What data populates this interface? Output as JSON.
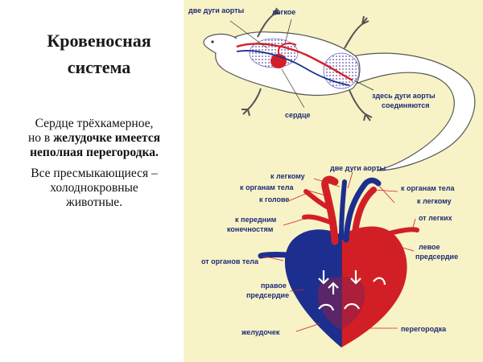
{
  "title_line1": "Кровеносная",
  "title_line2": "система",
  "para1": {
    "line1": "Сердце трёхкамерное,",
    "line2_plain": "но в ",
    "line2_bold": "желудочке имеется",
    "line3_bold": "неполная перегородка."
  },
  "para2": {
    "line1": "Все пресмыкающиеся –",
    "line2": "холоднокровные",
    "line3": "животные."
  },
  "lizard_labels": {
    "aorta_arches": "две дуги аорты",
    "lung": "легкое",
    "heart": "сердце",
    "join_line1": "здесь дуги аорты",
    "join_line2": "соединяются"
  },
  "heart_labels": {
    "two_arches": "две дуги аорты",
    "to_lung_left": "к легкому",
    "to_body_left": "к органам тела",
    "to_head": "к голове",
    "to_front_line1": "к передним",
    "to_front_line2": "конечностям",
    "from_body": "от органов тела",
    "right_atrium_line1": "правое",
    "right_atrium_line2": "предсердие",
    "ventricle": "желудочек",
    "to_body_right": "к органам тела",
    "to_lung_right": "к легкому",
    "from_lungs": "от легких",
    "left_atrium_line1": "левое",
    "left_atrium_line2": "предсердие",
    "septum": "перегородка"
  },
  "colors": {
    "panel_bg": "#f7f3c6",
    "label_blue": "#1e2a78",
    "arterial_red": "#d21f26",
    "venous_blue": "#1c2f8f"
  }
}
